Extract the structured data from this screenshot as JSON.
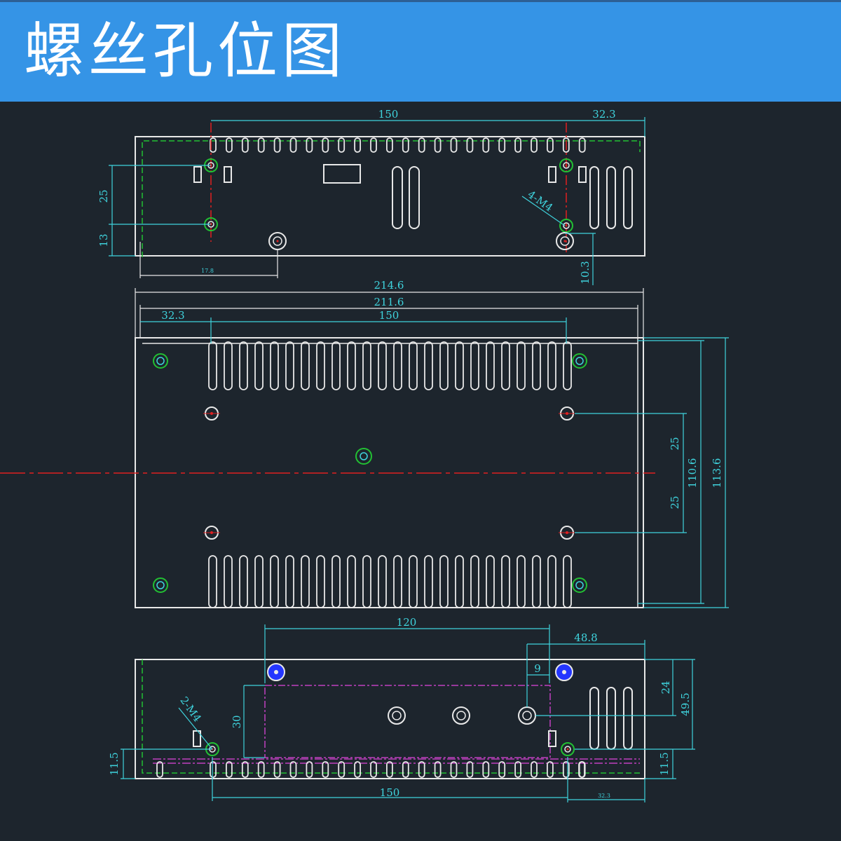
{
  "banner": {
    "title": "螺丝孔位图",
    "background": "#3594e6"
  },
  "drawing": {
    "line_colors": {
      "outline": "#e8e8e8",
      "dimension": "#3fd3dd",
      "centerline": "#e02020",
      "clearance": "#22c033",
      "component": "#c040c0",
      "terminal_blue": "#2436ff"
    },
    "top_view": {
      "dims": {
        "d150": "150",
        "d32_3": "32.3",
        "d25": "25",
        "d13": "13",
        "d10_3": "10.3",
        "d_small": "17.8",
        "thread_note": "4-M4"
      }
    },
    "plan_view": {
      "dims": {
        "d214_6": "214.6",
        "d211_6": "211.6",
        "d32_3": "32.3",
        "d150": "150",
        "d25_a": "25",
        "d25_b": "25",
        "d110_6": "110.6",
        "d113_6": "113.6"
      }
    },
    "bottom_view": {
      "dims": {
        "d120": "120",
        "d48_8": "48.8",
        "d9": "9",
        "d30": "30",
        "d24": "24",
        "d49_5": "49.5",
        "d11_5_left": "11.5",
        "d11_5_right": "11.5",
        "d150": "150",
        "d_small": "32.3",
        "thread_note": "2-M4"
      }
    }
  }
}
